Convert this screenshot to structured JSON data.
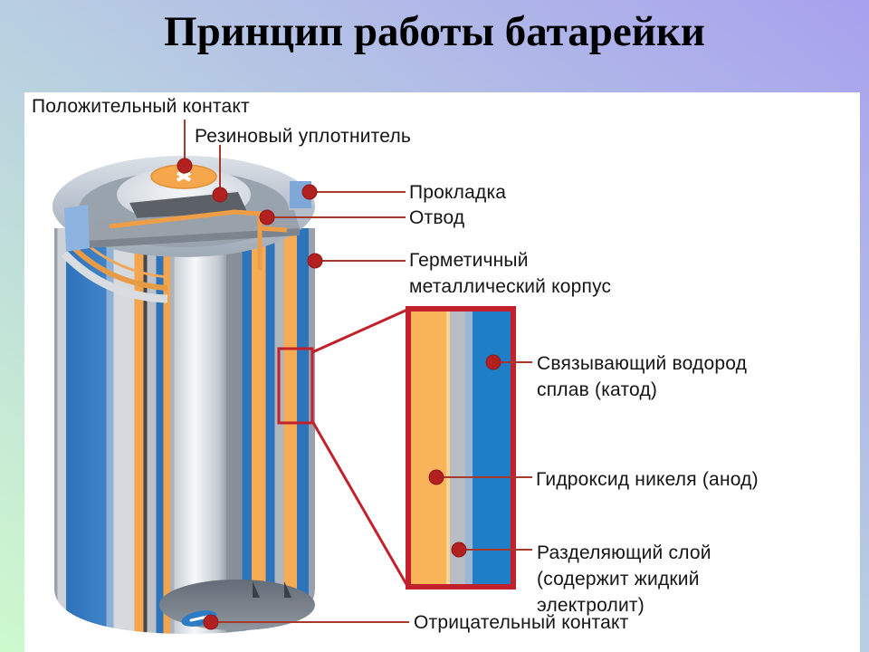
{
  "title": "Принцип работы батарейки",
  "diagram": {
    "labels": {
      "positive_contact": "Положительный контакт",
      "rubber_seal": "Резиновый уплотнитель",
      "gasket": "Прокладка",
      "lead": "Отвод",
      "metal_case": [
        "Герметичный",
        "металлический корпус"
      ],
      "cathode": [
        "Связывающий водород",
        "сплав (катод)"
      ],
      "anode": "Гидроксид никеля (анод)",
      "separator": [
        "Разделяющий слой",
        "(содержит жидкий",
        "электролит)"
      ],
      "negative_contact": "Отрицательный контакт"
    },
    "palette": {
      "background_gradient": [
        "#a8a1ee",
        "#b9d0e1",
        "#cdfacd"
      ],
      "panel_background": "#ffffff",
      "title_color": "#000000",
      "label_color": "#151515",
      "callout_line": "#a83a2c",
      "callout_dot": "#b2201f",
      "magnifier_red": "#c2202a",
      "electrode_orange": "#f6ab55",
      "electrode_blue": "#2e74bb",
      "separator_gray": "#b7bdc5",
      "case_silver": "#c9ced4"
    }
  }
}
